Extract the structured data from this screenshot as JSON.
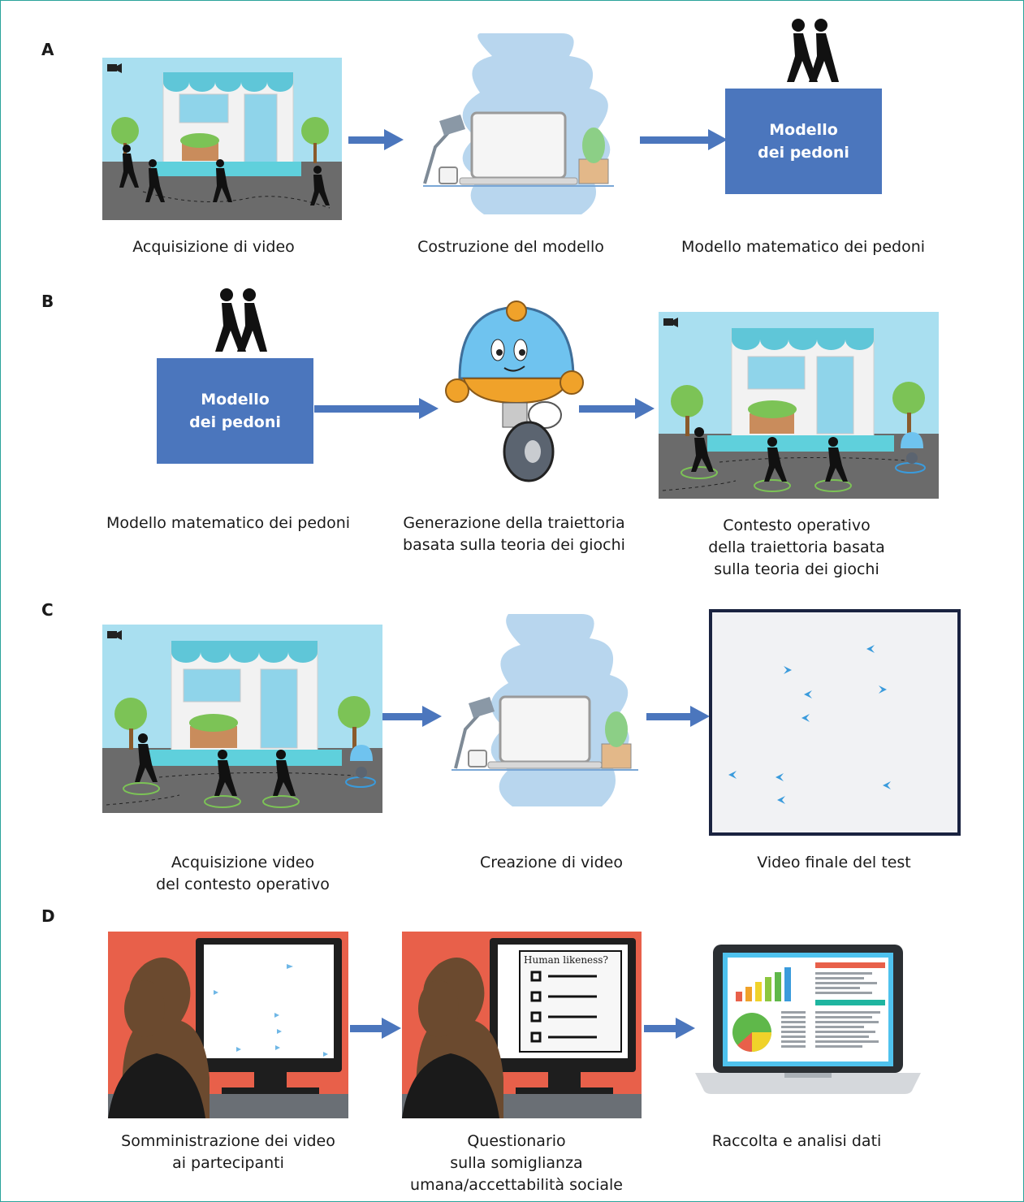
{
  "panels": {
    "a": {
      "label": "A",
      "model_box": [
        "Modello",
        "dei pedoni"
      ],
      "captions": [
        [
          "Acquisizione di video"
        ],
        [
          "Costruzione del modello"
        ],
        [
          "Modello matematico dei pedoni"
        ]
      ]
    },
    "b": {
      "label": "B",
      "model_box": [
        "Modello",
        "dei pedoni"
      ],
      "captions": [
        [
          "Modello matematico dei pedoni"
        ],
        [
          "Generazione della traiettoria",
          "basata sulla teoria dei giochi"
        ],
        [
          "Contesto operativo",
          "della traiettoria basata",
          "sulla teoria dei giochi"
        ]
      ]
    },
    "c": {
      "label": "C",
      "captions": [
        [
          "Acquisizione video",
          "del contesto operativo"
        ],
        [
          "Creazione di video"
        ],
        [
          "Video finale del test"
        ]
      ]
    },
    "d": {
      "label": "D",
      "questionnaire_title": "Human likeness?",
      "captions": [
        [
          "Somministrazione dei video",
          "ai partecipanti"
        ],
        [
          "Questionario",
          "sulla somiglianza",
          "umana/accettabilità sociale"
        ],
        [
          "Raccolta e analisi dati"
        ]
      ]
    }
  },
  "colors": {
    "border": "#2aa39a",
    "model_box": "#4b76bd",
    "arrow": "#4b76bd",
    "sky": "#a9dff0",
    "ground": "#6b6b6b",
    "tree": "#7cc356",
    "awning": "#5fc6d8",
    "presenter_bg": "#e8604a",
    "robot_blue": "#6fc3ef",
    "robot_orange": "#f0a22a"
  }
}
